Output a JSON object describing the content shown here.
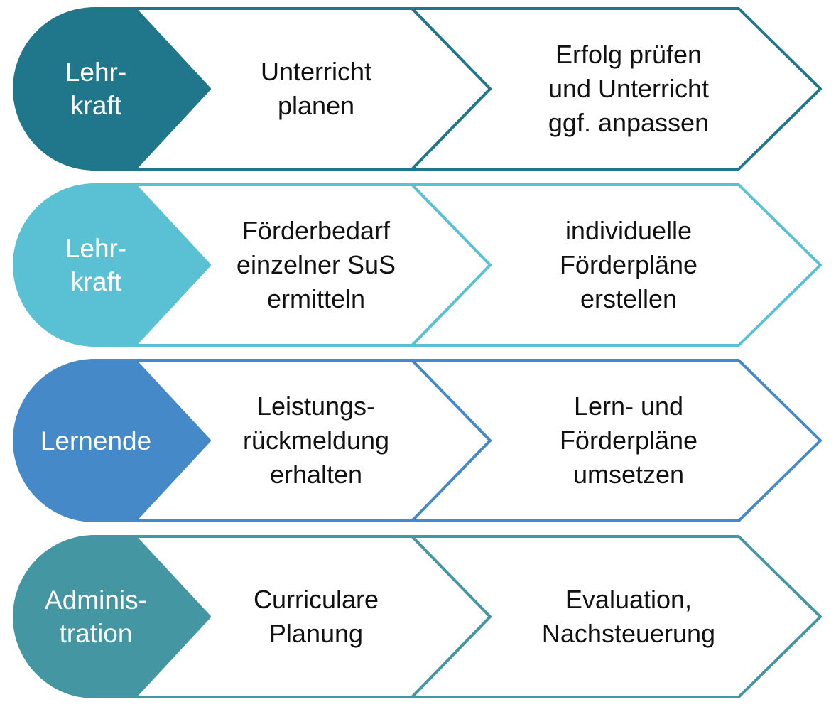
{
  "rows": [
    {
      "role": "Lehr-\nkraft",
      "color": "#20768a",
      "steps": [
        "Unterricht\nplanen",
        "Erfolg prüfen\nund Unterricht\nggf. anpassen"
      ]
    },
    {
      "role": "Lehr-\nkraft",
      "color": "#59c1d3",
      "steps": [
        "Förderbedarf\neinzelner SuS\nermitteln",
        "individuelle\nFörderpläne\nerstellen"
      ]
    },
    {
      "role": "Lernende",
      "color": "#4589c9",
      "steps": [
        "Leistungs-\nrückmeldung\nerhalten",
        "Lern- und\nFörderpläne\numsetzen"
      ]
    },
    {
      "role": "Adminis-\ntration",
      "color": "#4496a3",
      "steps": [
        "Curriculare\nPlanung",
        "Evaluation,\nNachsteuerung"
      ]
    }
  ]
}
